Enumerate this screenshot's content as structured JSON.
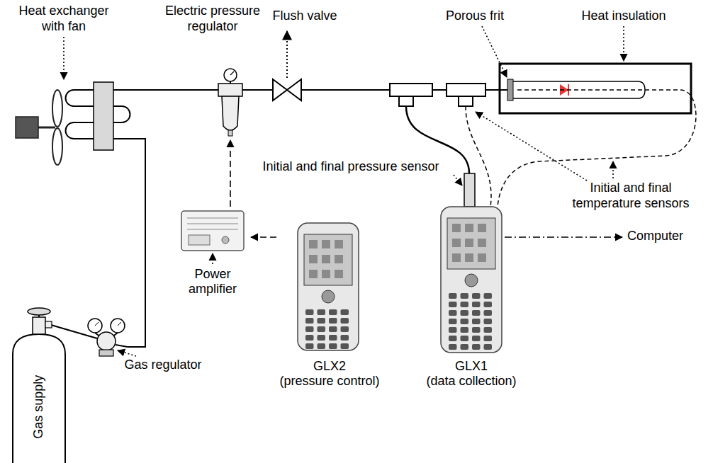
{
  "diagram": {
    "nodes": [
      {
        "text": [
          "Gas supply"
        ]
      },
      {
        "text": [
          "Electric pressure regulator"
        ]
      },
      {
        "text": [
          "Power amplifier"
        ]
      },
      {
        "text": [
          "GLX2",
          "(pressure control)"
        ]
      },
      {
        "text": [
          "GLX1",
          "(data collection)"
        ]
      }
    ],
    "edges": [
      {
        "from": 3,
        "to": 2,
        "arrow": "to"
      },
      {
        "from": 2,
        "to": 1,
        "arrow": "to"
      }
    ],
    "labels": [
      "Heat exchanger with fan",
      "Flush valve",
      "Porous frit",
      "Heat insulation",
      "Initial and final pressure sensor",
      "Initial and final temperature sensors",
      "Gas regulator",
      "Computer"
    ]
  }
}
